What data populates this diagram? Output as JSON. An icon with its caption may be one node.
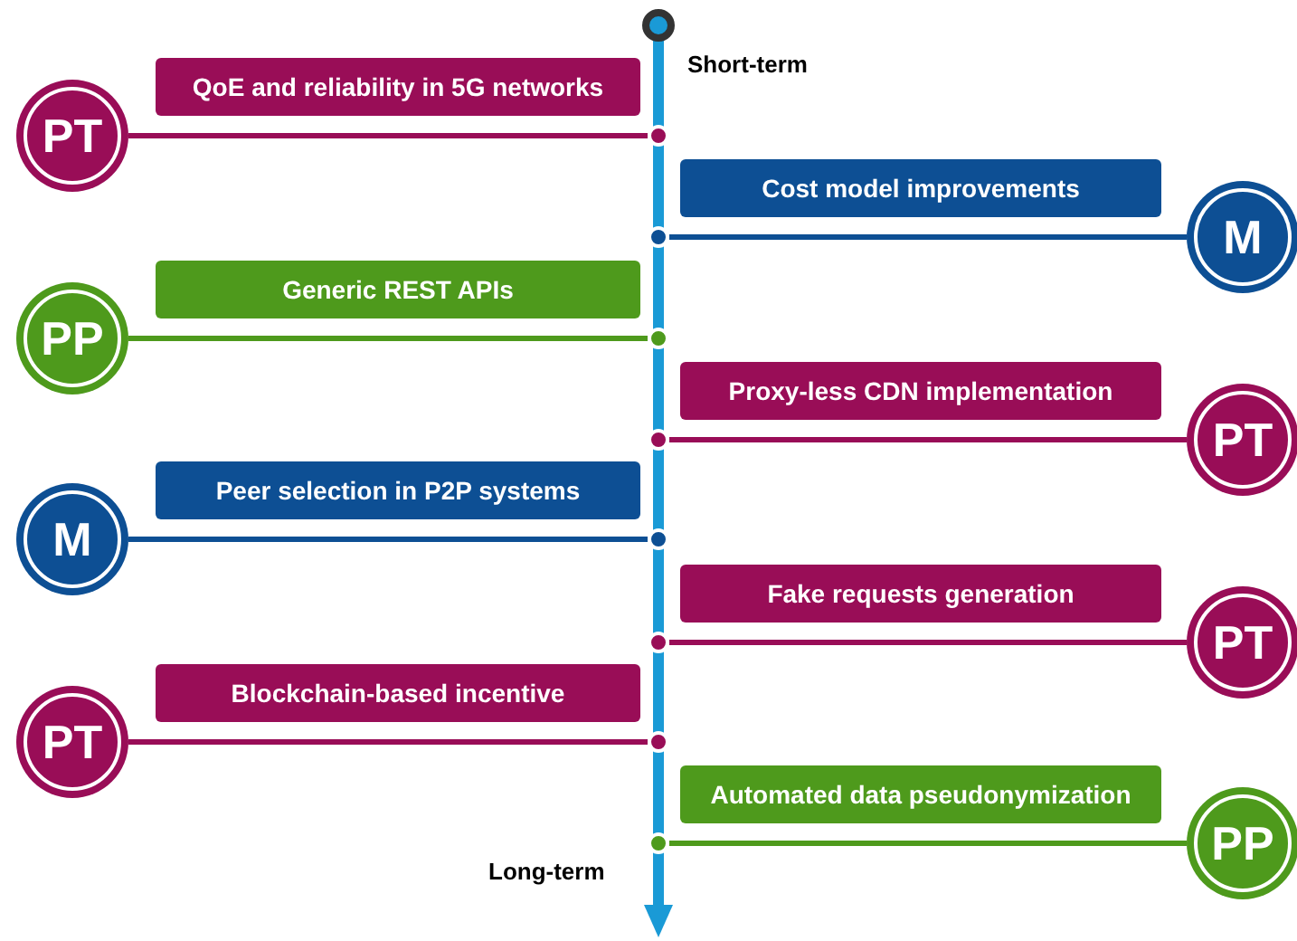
{
  "diagram": {
    "nodes": [
      {
        "text": [
          "QoE and reliability in 5G networks"
        ]
      },
      {
        "text": [
          "PT"
        ]
      },
      {
        "text": [],
        "shape": "circle"
      },
      {
        "text": [
          "Cost model improvements"
        ]
      },
      {
        "text": [
          "M"
        ]
      },
      {
        "text": [],
        "shape": "circle"
      },
      {
        "text": [
          "Generic REST APIs"
        ]
      },
      {
        "text": [
          "PP"
        ]
      },
      {
        "text": [],
        "shape": "circle"
      },
      {
        "text": [
          "Proxy-less CDN implementation"
        ]
      },
      {
        "text": [
          "PT"
        ]
      },
      {
        "text": [],
        "shape": "circle"
      },
      {
        "text": [
          "Peer selection in P2P systems"
        ]
      },
      {
        "text": [
          "M"
        ]
      },
      {
        "text": [],
        "shape": "circle"
      },
      {
        "text": [
          "Fake requests generation"
        ]
      },
      {
        "text": [
          "PT"
        ]
      },
      {
        "text": [],
        "shape": "circle"
      },
      {
        "text": [
          "Blockchain-based incentive"
        ]
      },
      {
        "text": [
          "PT"
        ]
      },
      {
        "text": [],
        "shape": "circle"
      },
      {
        "text": [
          "Automated data pseudonymization"
        ]
      },
      {
        "text": [
          "PP"
        ]
      },
      {
        "text": [],
        "shape": "circle"
      }
    ],
    "edges": [
      {
        "from": 1,
        "to": 2,
        "arrow": "none",
        "color": "#990d57"
      },
      {
        "from": 4,
        "to": 5,
        "arrow": "none",
        "color": "#0d4f94"
      },
      {
        "from": 7,
        "to": 8,
        "arrow": "none",
        "color": "#4e9a1c"
      },
      {
        "from": 10,
        "to": 11,
        "arrow": "none",
        "color": "#990d57"
      },
      {
        "from": 13,
        "to": 14,
        "arrow": "none",
        "color": "#0d4f94"
      },
      {
        "from": 16,
        "to": 17,
        "arrow": "none",
        "color": "#990d57"
      },
      {
        "from": 19,
        "to": 20,
        "arrow": "none",
        "color": "#990d57"
      },
      {
        "from": 22,
        "to": 23,
        "arrow": "none",
        "color": "#4e9a1c"
      }
    ],
    "labels": [
      "Short-term",
      "Long-term"
    ]
  }
}
